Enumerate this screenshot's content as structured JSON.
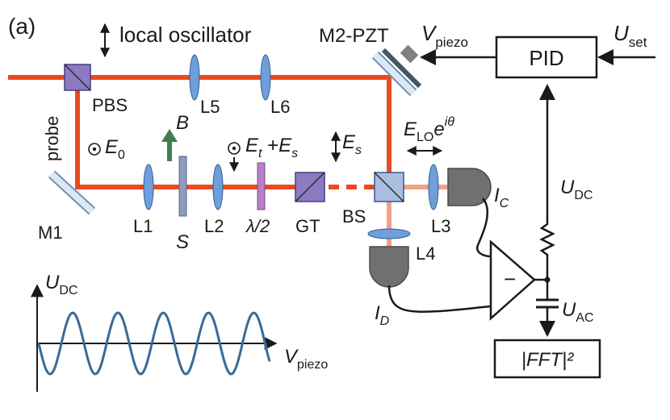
{
  "panel_label": "(a)",
  "labels": {
    "local_oscillator": "local oscillator",
    "m2_pzt": "M2-PZT",
    "v_piezo_main": "V",
    "v_piezo_sub": "piezo",
    "u_set_main": "U",
    "u_set_sub": "set",
    "pid": "PID",
    "pbs": "PBS",
    "probe": "probe",
    "e0_main": "E",
    "e0_sub": "0",
    "b_field": "B",
    "l5": "L5",
    "l6": "L6",
    "et_main": "E",
    "et_sub": "t",
    "plus": " +",
    "es_main": "E",
    "es_sub": "s",
    "es2_main": "E",
    "es2_sub": "s",
    "elo_main": "E",
    "elo_sub": "LO",
    "elo_e": "e",
    "elo_sup": "iθ",
    "m1": "M1",
    "l1": "L1",
    "sample": "S",
    "l2": "L2",
    "halfwave": "λ/2",
    "gt": "GT",
    "bs": "BS",
    "l3": "L3",
    "l4": "L4",
    "ic_main": "I",
    "ic_sub": "C",
    "id_main": "I",
    "id_sub": "D",
    "udc_main": "U",
    "udc_sub": "DC",
    "uac_main": "U",
    "uac_sub": "AC",
    "fft": "|FFT|²",
    "minus": "−",
    "plot_y_main": "U",
    "plot_y_sub": "DC",
    "plot_x_main": "V",
    "plot_x_sub": "piezo"
  },
  "colors": {
    "laser": "#ea4a1f",
    "laser_faint": "#f2a08a",
    "lens": "#6f9fd8",
    "cube": "#8c7bc2",
    "detector": "#707070",
    "waveplate": "#b67fc6",
    "sample": "#8c9cbc",
    "mirror": "#c9d9ea",
    "arrow_green": "#3f7f4f",
    "signal": "#3a6a96"
  }
}
